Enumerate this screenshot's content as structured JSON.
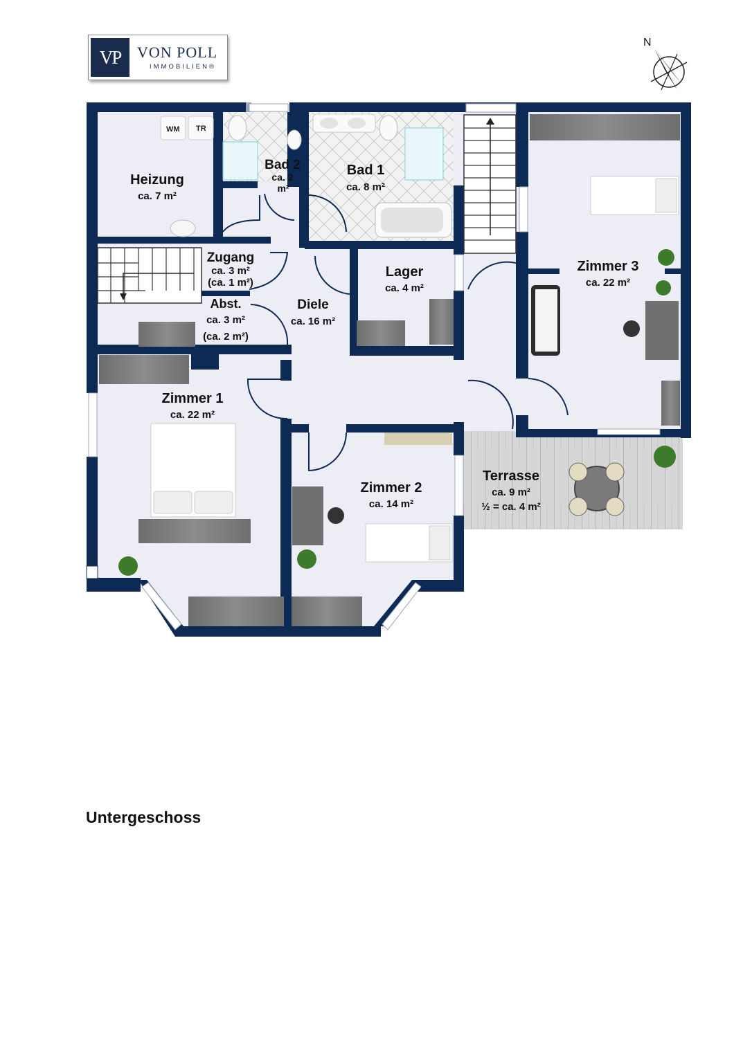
{
  "brand": {
    "logo_mark": "VP",
    "name": "VON POLL",
    "subline": "IMMOBILIEN®",
    "side_logo": "VON POLL",
    "color": "#1b2d4f"
  },
  "compass": {
    "north_label": "N",
    "icon": "compass-rose-icon"
  },
  "colors": {
    "wall": "#0d2a55",
    "floor": "#edeef5",
    "terrace": "#cfcfcf",
    "furniture": "#7d7d7d"
  },
  "rooms": {
    "heizung": {
      "name": "Heizung",
      "area": "ca. 7 m²"
    },
    "bad2": {
      "name": "Bad 2",
      "area_line1": "ca. 2",
      "area_line2": "m²"
    },
    "bad1": {
      "name": "Bad 1",
      "area": "ca. 8 m²"
    },
    "zugang": {
      "name": "Zugang",
      "area": "ca. 3 m²",
      "area_sub": "(ca. 1 m²)"
    },
    "abst": {
      "name": "Abst.",
      "area": "ca. 3 m²",
      "area_sub": "(ca. 2 m²)"
    },
    "diele": {
      "name": "Diele",
      "area": "ca. 16 m²"
    },
    "lager": {
      "name": "Lager",
      "area": "ca. 4 m²"
    },
    "zimmer3": {
      "name": "Zimmer 3",
      "area": "ca. 22 m²"
    },
    "zimmer1": {
      "name": "Zimmer 1",
      "area": "ca. 22 m²"
    },
    "zimmer2": {
      "name": "Zimmer 2",
      "area": "ca. 14 m²"
    },
    "terrasse": {
      "name": "Terrasse",
      "area": "ca. 9 m²",
      "area_sub": "½ = ca. 4 m²"
    }
  },
  "appliances": {
    "wm": "WM",
    "tr": "TR"
  },
  "caption": "Untergeschoss"
}
